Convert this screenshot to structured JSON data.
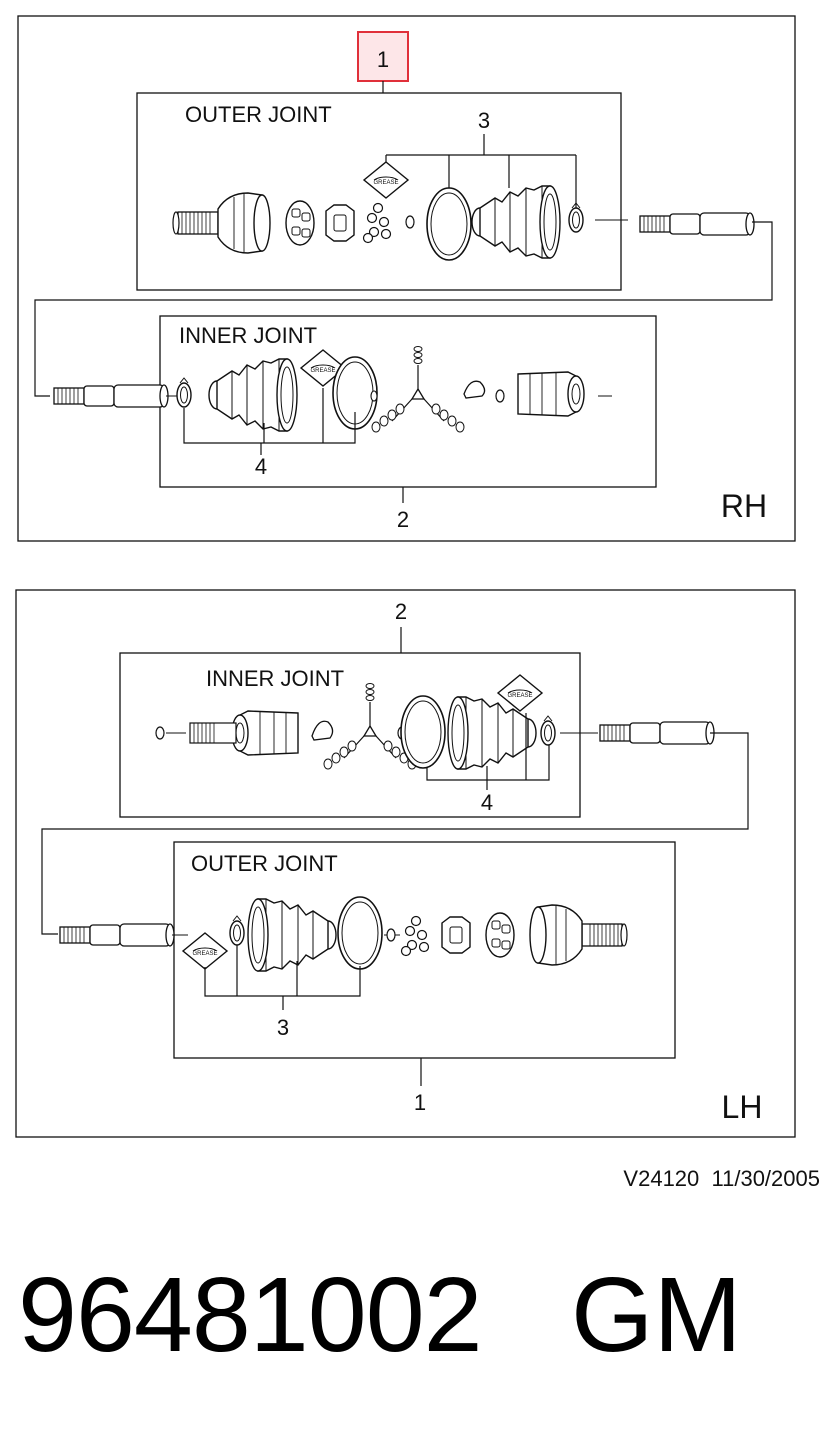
{
  "rh_diagram": {
    "side": "RH",
    "outer_joint": {
      "title": "OUTER JOINT",
      "callout_selected": "1",
      "callout_boot": "3"
    },
    "inner_joint": {
      "title": "INNER JOINT",
      "callout_inner": "2",
      "callout_boot": "4"
    }
  },
  "lh_diagram": {
    "side": "LH",
    "inner_joint": {
      "title": "INNER JOINT",
      "callout_inner": "2",
      "callout_boot": "4"
    },
    "outer_joint": {
      "title": "OUTER JOINT",
      "callout_outer": "1",
      "callout_boot": "3"
    }
  },
  "footer": {
    "drawing_id": "V24120",
    "date": "11/30/2005"
  },
  "part": {
    "number": "96481002",
    "brand": "GM"
  },
  "colors": {
    "highlight_border": "#e0303a",
    "highlight_fill": "#fde6e8",
    "line": "#111111"
  },
  "icons": [
    "grease-packet-icon",
    "cv-joint-housing-icon",
    "boot-icon",
    "clamp-icon",
    "shaft-icon",
    "tripod-spider-icon"
  ]
}
